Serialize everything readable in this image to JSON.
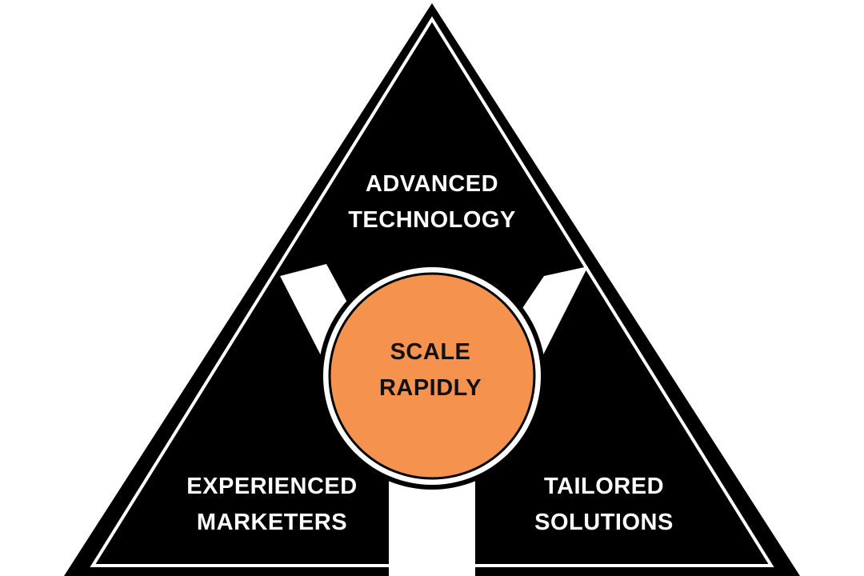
{
  "diagram": {
    "segments": {
      "top": {
        "line1": "ADVANCED",
        "line2": "TECHNOLOGY"
      },
      "left": {
        "line1": "EXPERIENCED",
        "line2": "MARKETERS"
      },
      "right": {
        "line1": "TAILORED",
        "line2": "SOLUTIONS"
      }
    },
    "center": {
      "line1": "SCALE",
      "line2": "RAPIDLY"
    }
  },
  "colors": {
    "segment_fill": "#000000",
    "outline": "#ffffff",
    "center_fill": "#f4924e",
    "background": "#ffffff"
  }
}
